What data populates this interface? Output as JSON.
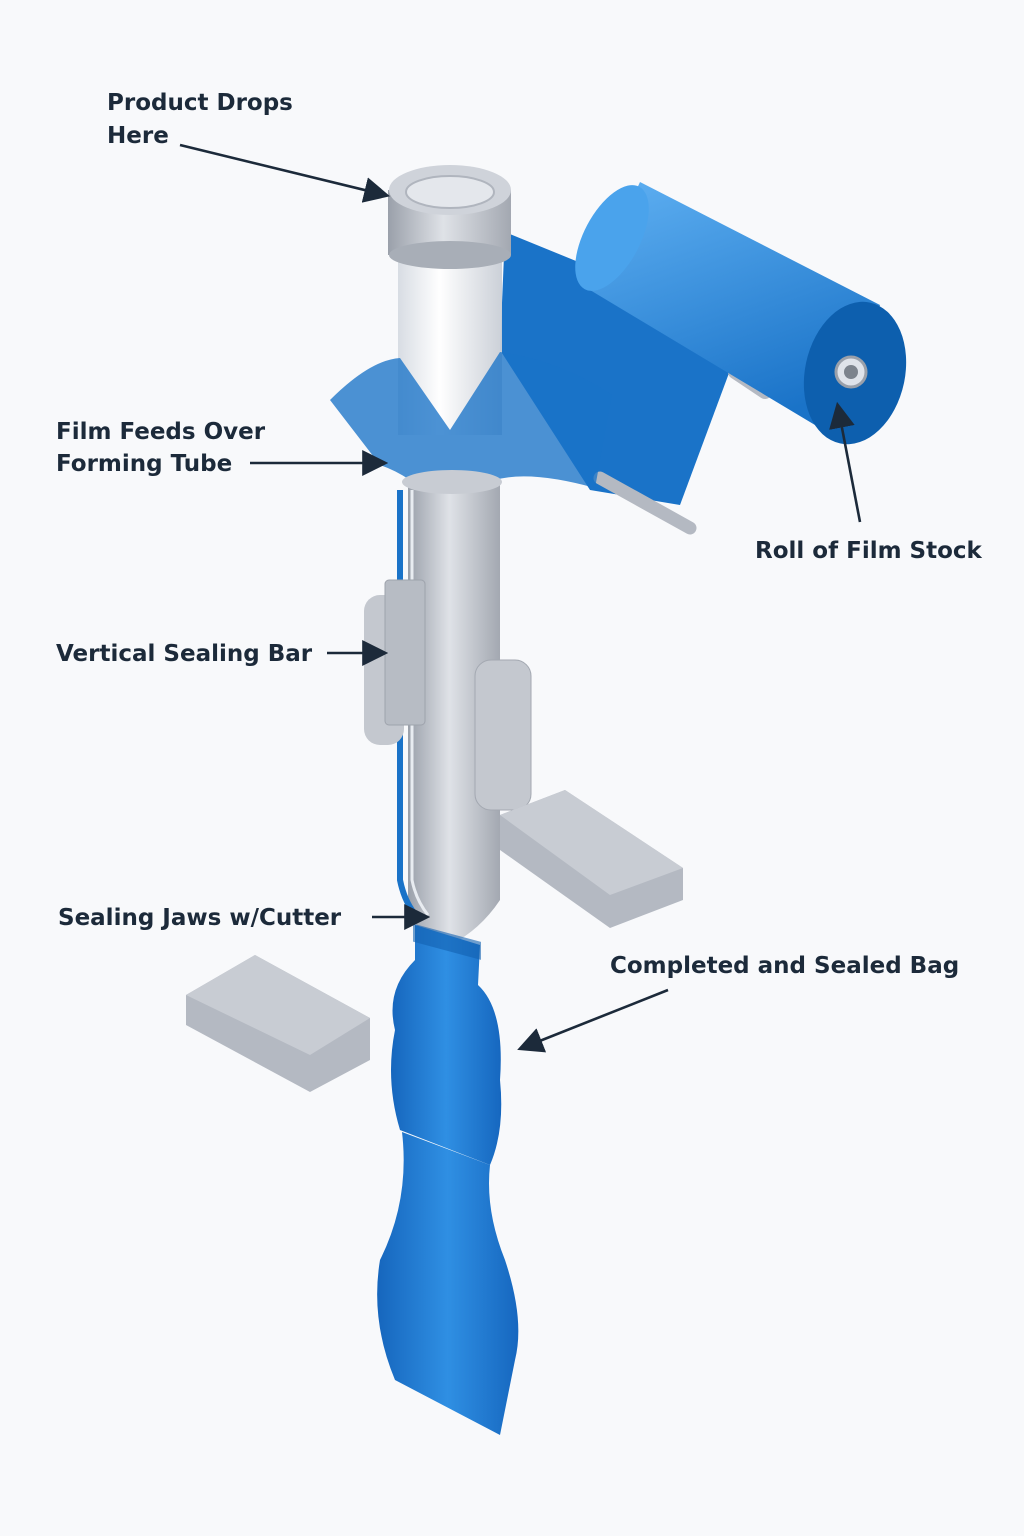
{
  "labels": {
    "product_drops": [
      "Product Drops",
      "Here"
    ],
    "film_feeds": [
      "Film Feeds Over",
      "Forming Tube"
    ],
    "roll": "Roll of Film Stock",
    "vertical_bar": "Vertical Sealing Bar",
    "sealing_jaws": "Sealing Jaws w/Cutter",
    "completed_bag": "Completed and Sealed Bag"
  },
  "colors": {
    "film_blue": "#1a73c8",
    "roll_blue": "#2e8ee0",
    "metal_gray": "#b4b9c2",
    "label_text": "#1c2a3a",
    "background": "#f8f9fb"
  }
}
